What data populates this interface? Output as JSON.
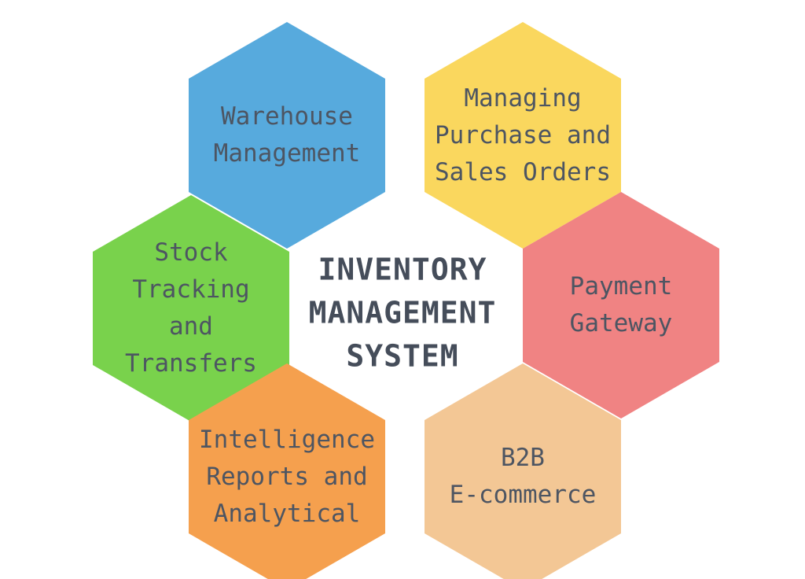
{
  "title": {
    "text": "INVENTORY\nMANAGEMENT\nSYSTEM",
    "color": "#454d5a"
  },
  "text_color": "#4d5562",
  "hexagons": [
    {
      "name": "warehouse-management",
      "label": "Warehouse\nManagement",
      "color": "#57aadd"
    },
    {
      "name": "purchase-and-sales-orders",
      "label": "Managing\nPurchase and\nSales Orders",
      "color": "#fad75e"
    },
    {
      "name": "stock-tracking-transfers",
      "label": "Stock\nTracking\nand\nTransfers",
      "color": "#79d24c"
    },
    {
      "name": "payment-gateway",
      "label": "Payment\nGateway",
      "color": "#f08383"
    },
    {
      "name": "intelligence-reports",
      "label": "Intelligence\nReports and\nAnalytical",
      "color": "#f5a04e"
    },
    {
      "name": "b2b-ecommerce",
      "label": "B2B\nE-commerce",
      "color": "#f3c795"
    }
  ]
}
